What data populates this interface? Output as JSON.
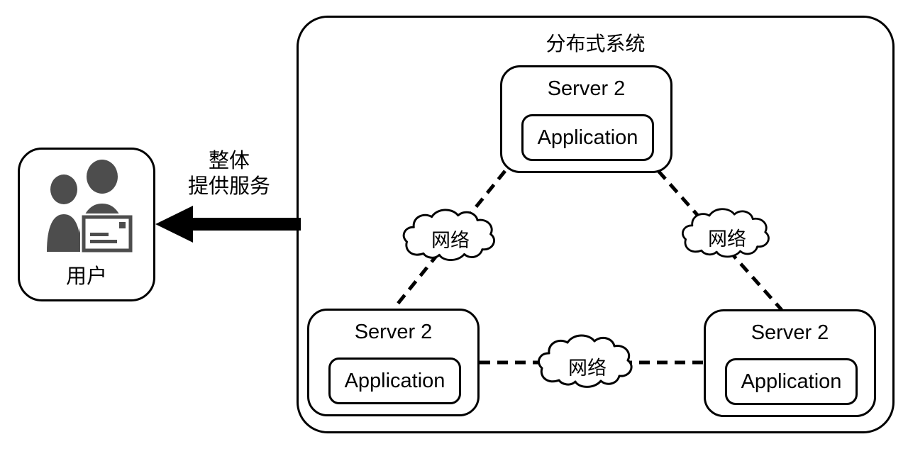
{
  "system": {
    "title": "分布式系统"
  },
  "servers": [
    {
      "name": "Server 2",
      "app": "Application"
    },
    {
      "name": "Server 2",
      "app": "Application"
    },
    {
      "name": "Server 2",
      "app": "Application"
    }
  ],
  "networks": [
    {
      "label": "网络"
    },
    {
      "label": "网络"
    },
    {
      "label": "网络"
    }
  ],
  "user": {
    "label": "用户",
    "icon": "users-letter-icon"
  },
  "arrow": {
    "line1": "整体",
    "line2": "提供服务",
    "direction": "left"
  },
  "colors": {
    "stroke": "#000000",
    "icon_gray": "#4d4d4d",
    "background": "#ffffff"
  }
}
